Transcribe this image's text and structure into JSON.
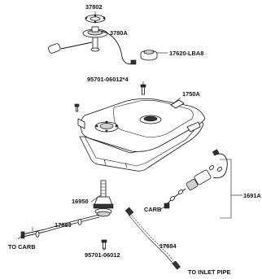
{
  "labels": {
    "gasket": "37802",
    "sender_unit": "3780A",
    "filler_cap": "17620-LBA8",
    "bolt_top": "95701-06012*4",
    "fuel_tank": "1750A",
    "cock_assembly": "16950",
    "filter_assembly": "1691A",
    "carb_arrow": "CARB",
    "tube_a": "17683",
    "to_carb": "TO CARB",
    "bolt_bottom": "95701-06012",
    "tube_b": "17684",
    "to_inlet_pipe": "TO INLET PIPE"
  }
}
